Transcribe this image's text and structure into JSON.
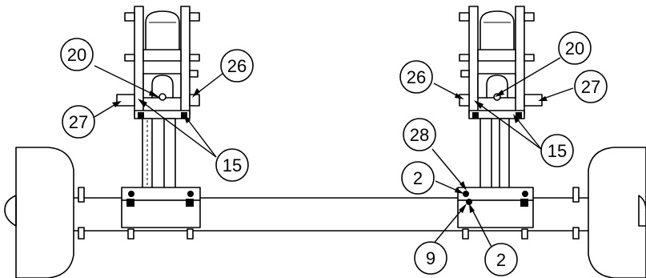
{
  "callouts": [
    {
      "label": "20"
    },
    {
      "label": "26"
    },
    {
      "label": "27"
    },
    {
      "label": "15"
    },
    {
      "label": "26"
    },
    {
      "label": "20"
    },
    {
      "label": "27"
    },
    {
      "label": "15"
    },
    {
      "label": "28"
    },
    {
      "label": "2"
    },
    {
      "label": "9"
    },
    {
      "label": "2"
    }
  ]
}
